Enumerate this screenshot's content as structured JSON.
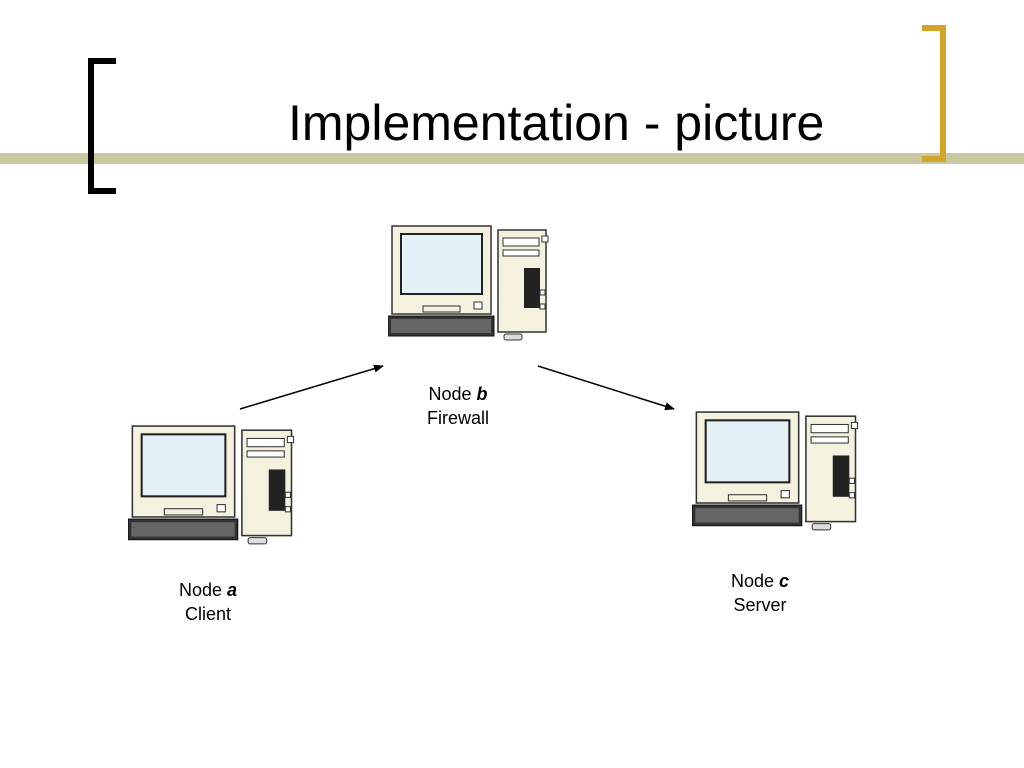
{
  "slide": {
    "title": "Implementation - picture"
  },
  "nodes": [
    {
      "prefix": "Node",
      "letter": "a",
      "role": "Client"
    },
    {
      "prefix": "Node",
      "letter": "b",
      "role": "Firewall"
    },
    {
      "prefix": "Node",
      "letter": "c",
      "role": "Server"
    }
  ],
  "colors": {
    "accent_bar": "#c8c9a0",
    "bracket_left": "#000000",
    "bracket_right": "#d2a428",
    "screen": "#e4f2f8",
    "case": "#f4f1de"
  },
  "icons": [
    "computer-icon"
  ]
}
